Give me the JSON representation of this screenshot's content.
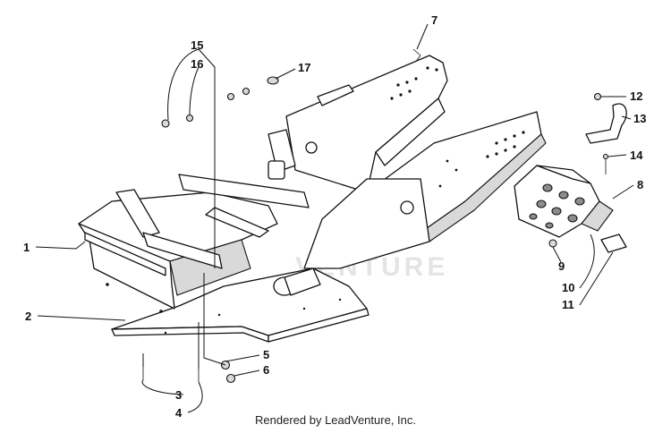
{
  "credit": "Rendered by LeadVenture, Inc.",
  "watermark": "VENTURE",
  "callouts": [
    {
      "id": "1",
      "label": "1"
    },
    {
      "id": "2",
      "label": "2"
    },
    {
      "id": "3",
      "label": "3"
    },
    {
      "id": "4",
      "label": "4"
    },
    {
      "id": "5",
      "label": "5"
    },
    {
      "id": "6",
      "label": "6"
    },
    {
      "id": "7",
      "label": "7"
    },
    {
      "id": "8",
      "label": "8"
    },
    {
      "id": "9",
      "label": "9"
    },
    {
      "id": "10",
      "label": "10"
    },
    {
      "id": "11",
      "label": "11"
    },
    {
      "id": "12",
      "label": "12"
    },
    {
      "id": "13",
      "label": "13"
    },
    {
      "id": "14",
      "label": "14"
    },
    {
      "id": "15",
      "label": "15"
    },
    {
      "id": "16",
      "label": "16"
    },
    {
      "id": "17",
      "label": "17"
    }
  ]
}
